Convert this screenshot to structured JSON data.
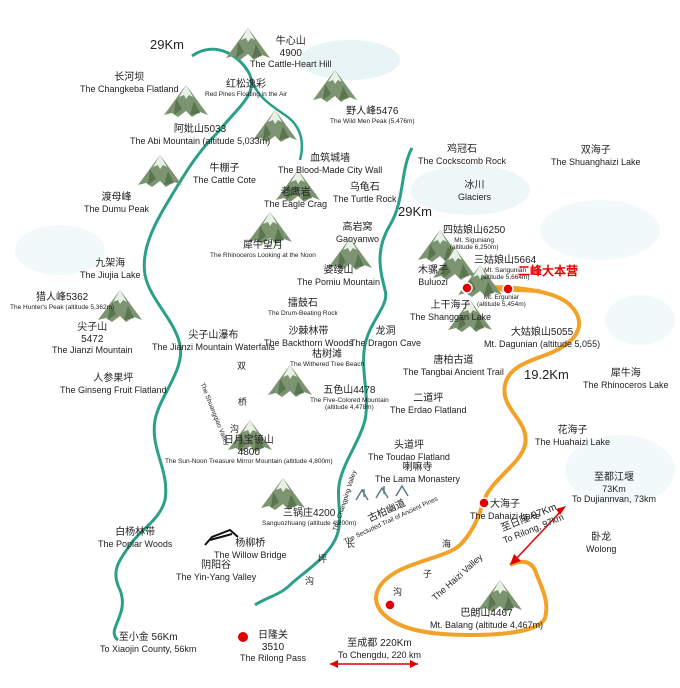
{
  "colors": {
    "river_green": "#2aa088",
    "road_orange": "#f2a228",
    "marker_red": "#e00000",
    "mountain_green": "#6f8a63",
    "snow_blue": "#b8dce0"
  },
  "distances": {
    "top_left": "29Km",
    "middle": "29Km",
    "orange_road": "19.2Km"
  },
  "labels": {
    "niuxin_zh": "牛心山",
    "niuxin_alt": "4900",
    "niuxin_en": "The Cattle-Heart Hill",
    "changkeba_zh": "长河坝",
    "changkeba_en": "The Changkeba Flatland",
    "hongsong_zh": "红松逸彩",
    "hongsong_en": "Red Pines Floating in the Air",
    "yeren_zh": "野人峰5476",
    "yeren_en": "The Wild Men Peak (5,476m)",
    "abi_zh": "阿妣山5033",
    "abi_en": "The Abi Mountain (altitude 5,033m)",
    "xuezhu_zh": "血筑城墙",
    "xuezhu_en": "The Blood-Made City Wall",
    "jiguan_zh": "鸡冠石",
    "jiguan_en": "The Cockscomb Rock",
    "shuanghai_zh": "双海子",
    "shuanghai_en": "The Shuanghaizi Lake",
    "niupeng_zh": "牛棚子",
    "niupeng_en": "The Cattle Cote",
    "dumu_zh": "渡母峰",
    "dumu_en": "The Dumu Peak",
    "laoying_zh": "老鹰岩",
    "laoying_en": "The Eagle Crag",
    "wugui_zh": "乌龟石",
    "wugui_en": "The Turtle Rock",
    "glacier_zh": "冰川",
    "glacier_en": "Glaciers",
    "gaoyanwo_zh": "高岩窝",
    "gaoyanwo_en": "Gaoyanwo",
    "xiniu_zh": "犀牛望月",
    "xiniu_en": "The Rhinoceros Looking at the Noon",
    "sigu_zh": "四姑娘山6250",
    "sigu_en1": "Mt. Siguniang",
    "sigu_en2": "(altitude 6,250m)",
    "jiujia_zh": "九架海",
    "jiujia_en": "The Jiujia Lake",
    "poluo_zh": "婆缕山",
    "poluo_en": "The Pomiu Mountain",
    "muluo_zh": "木骡子",
    "muluo_en": "Buluozi",
    "sangu_zh": "三姑娘山5664",
    "sangu_en1": "Mt. Sangunian",
    "sangu_en2": "(altitude 5,664m)",
    "erfeng": "二峰大本营",
    "ergu_en1": "Mt. Erguniar",
    "ergu_en2": "(altitude 5,454m)",
    "lieren_zh": "猎人峰5362",
    "lieren_en": "The Hunter's Peak (altitude 5,362m)",
    "leigu_zh": "擂鼓石",
    "leigu_en": "The Drum-Beating Rock",
    "shangshan_zh": "上干海子",
    "shangshan_en": "The Shanggan Lake",
    "dagu_zh": "大姑娘山5055",
    "dagu_en": "Mt. Dagunian (altitude 5,055)",
    "jianzi_zh": "尖子山",
    "jianzi_alt": "5472",
    "jianzi_en": "The Jianzi Mountain",
    "jianzi_fall_zh": "尖子山瀑布",
    "jianzi_fall_en": "The Jianzi Mountain Waterfalls",
    "shaji_zh": "沙棘林带",
    "shaji_en": "The Backthorn Woods",
    "longdong_zh": "龙洞",
    "longdong_en": "The Dragon Cave",
    "kushu_zh": "枯树滩",
    "kushu_en": "The Withered Tree Beach",
    "tangbai_zh": "唐柏古道",
    "tangbai_en": "The Tangbai Ancient Trail",
    "xiniuhai_zh": "犀牛海",
    "xiniuhai_en": "The Rhinoceros Lake",
    "renshen_zh": "人参果坪",
    "renshen_en": "The Ginseng Fruit Flatland",
    "wuse_zh": "五色山4478",
    "wuse_en1": "The Five-Colored Mountain",
    "wuse_en2": "(altitude 4,478m)",
    "erdao_zh": "二道坪",
    "erdao_en": "The Erdao Flatland",
    "huahai_zh": "花海子",
    "huahai_en": "The Huahaizi Lake",
    "riyue_zh": "日月宝镜山",
    "riyue_alt": "4800",
    "riyue_en": "The Sun-Noon Treasure Mirror Mountain (altitude 4,800m)",
    "toudao_zh": "头道坪",
    "toudao_en": "The Toudao Flatland",
    "lama_zh": "喇嘛寺",
    "lama_en": "The Lama Monastery",
    "sanguo_zh": "三锅庄4200",
    "sanguo_en": "Sanguozhuang (altitude 4,200m)",
    "dahai_zh": "大海子",
    "dahai_en": "The Dahaizi Lake",
    "dujiang_zh": "至都江堰",
    "dujiang_km": "73Km",
    "dujiang_en": "To Dujiannvan, 73km",
    "baiyang_zh": "白杨林带",
    "baiyang_en": "The Poplar Woods",
    "yangliu_zh": "杨柳桥",
    "yangliu_en": "The Willow Bridge",
    "gubai_zh": "古柏幽道",
    "gubai_en": "The Secluded Trail of Ancient Pines",
    "rilong_right_zh": "至日隆 97Km",
    "rilong_right_en": "To Rilong, 97km",
    "wolong_zh": "卧龙",
    "wolong_en": "Wolong",
    "yinyang_zh": "阴阳谷",
    "yinyang_en": "The Yin-Yang Valley",
    "balang_zh": "巴朗山4467",
    "balang_en": "Mt. Balang (altitude 4,467m)",
    "xiaojin_zh": "至小金 56Km",
    "xiaojin_en": "To Xiaojin County, 56km",
    "rilongguan_zh": "日隆关",
    "rilongguan_alt": "3510",
    "rilongguan_en": "The Rilong Pass",
    "chengdu_zh": "至成都 220Km",
    "chengdu_en": "To Chengdu, 220 km",
    "valley_shuangqiao_en": "The Shuangqiao Valley",
    "valley_shuangqiao_zh": [
      "双",
      "桥",
      "沟"
    ],
    "valley_changping_en": "The Changping Valley",
    "valley_changping_zh": [
      "长",
      "坪",
      "沟"
    ],
    "valley_haizi_en": "The Haizi Valley",
    "valley_haizi_zh": [
      "海",
      "子",
      "沟"
    ]
  }
}
